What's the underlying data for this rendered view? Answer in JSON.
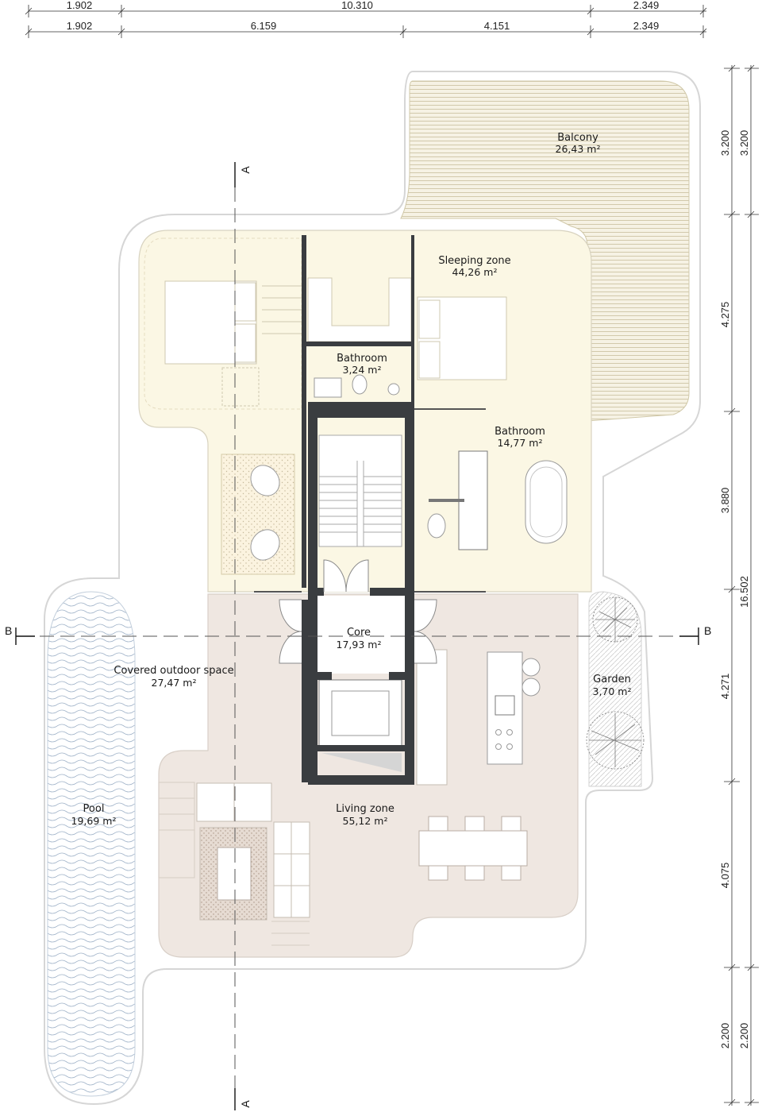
{
  "dimensions": {
    "top_row1": [
      "1.902",
      "10.310",
      "2.349"
    ],
    "top_row2": [
      "1.902",
      "6.159",
      "4.151",
      "2.349"
    ],
    "right_outer": [
      "3.200",
      "4.275",
      "3.880",
      "4.271",
      "4.075",
      "2.200"
    ],
    "right_inner": [
      "3.200",
      "2.200"
    ],
    "total": "16.502"
  },
  "section_marks": {
    "a_top": "A",
    "a_bottom": "A",
    "b_left": "B",
    "b_right": "B"
  },
  "rooms": {
    "balcony": {
      "name": "Balcony",
      "area": "26,43 m²"
    },
    "sleeping": {
      "name": "Sleeping zone",
      "area": "44,26 m²"
    },
    "bathroom_small": {
      "name": "Bathroom",
      "area": "3,24 m²"
    },
    "bathroom_large": {
      "name": "Bathroom",
      "area": "14,77 m²"
    },
    "core": {
      "name": "Core",
      "area": "17,93 m²"
    },
    "covered": {
      "name": "Covered outdoor space",
      "area": "27,47 m²"
    },
    "garden": {
      "name": "Garden",
      "area": "3,70 m²"
    },
    "pool": {
      "name": "Pool",
      "area": "19,69 m²"
    },
    "living": {
      "name": "Living zone",
      "area": "55,12 m²"
    }
  },
  "colors": {
    "sleeping_fill": "#fbf7e4",
    "living_fill": "#efe7e1",
    "wall": "#3a3d40",
    "outline": "#d9d9d9"
  }
}
